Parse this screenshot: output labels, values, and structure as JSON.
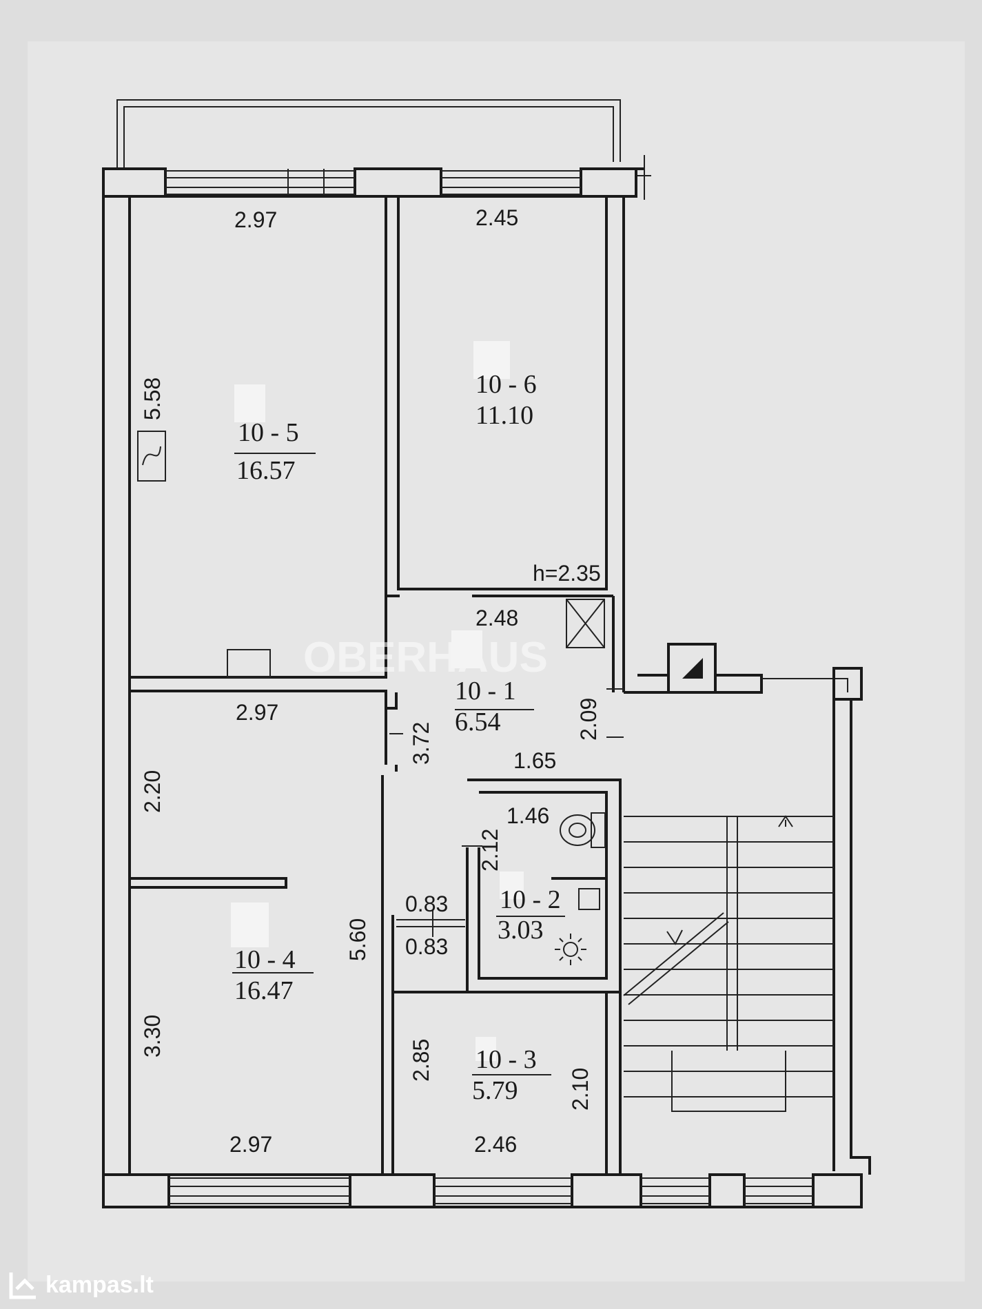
{
  "rooms": [
    {
      "id": "room-5",
      "label": "10 - 5",
      "area": "16.57"
    },
    {
      "id": "room-6",
      "label": "10 - 6",
      "area": "11.10"
    },
    {
      "id": "room-1",
      "label": "10 - 1",
      "area": "6.54"
    },
    {
      "id": "room-2",
      "label": "10 - 2",
      "area": "3.03"
    },
    {
      "id": "room-3",
      "label": "10 - 3",
      "area": "5.79"
    },
    {
      "id": "room-4",
      "label": "10 - 4",
      "area": "16.47"
    }
  ],
  "dimensions": {
    "room5_top": "2.97",
    "room5_side": "5.58",
    "room6_top": "2.45",
    "ceiling_height": "h=2.35",
    "hall_top": "2.48",
    "hall_right": "2.09",
    "hall_left": "3.72",
    "hall_bottom": "1.65",
    "bath_top": "1.46",
    "bath_side": "2.12",
    "room4_top": "2.97",
    "room4_upper_side": "2.20",
    "room4_lower_side": "3.30",
    "room4_right": "5.60",
    "room4_bottom": "2.97",
    "door_upper": "0.83",
    "door_lower": "0.83",
    "room3_left": "2.85",
    "room3_right": "2.10",
    "room3_bottom": "2.46"
  },
  "watermark": "OBERHAUS",
  "footer": {
    "brand": "kampas.lt"
  }
}
